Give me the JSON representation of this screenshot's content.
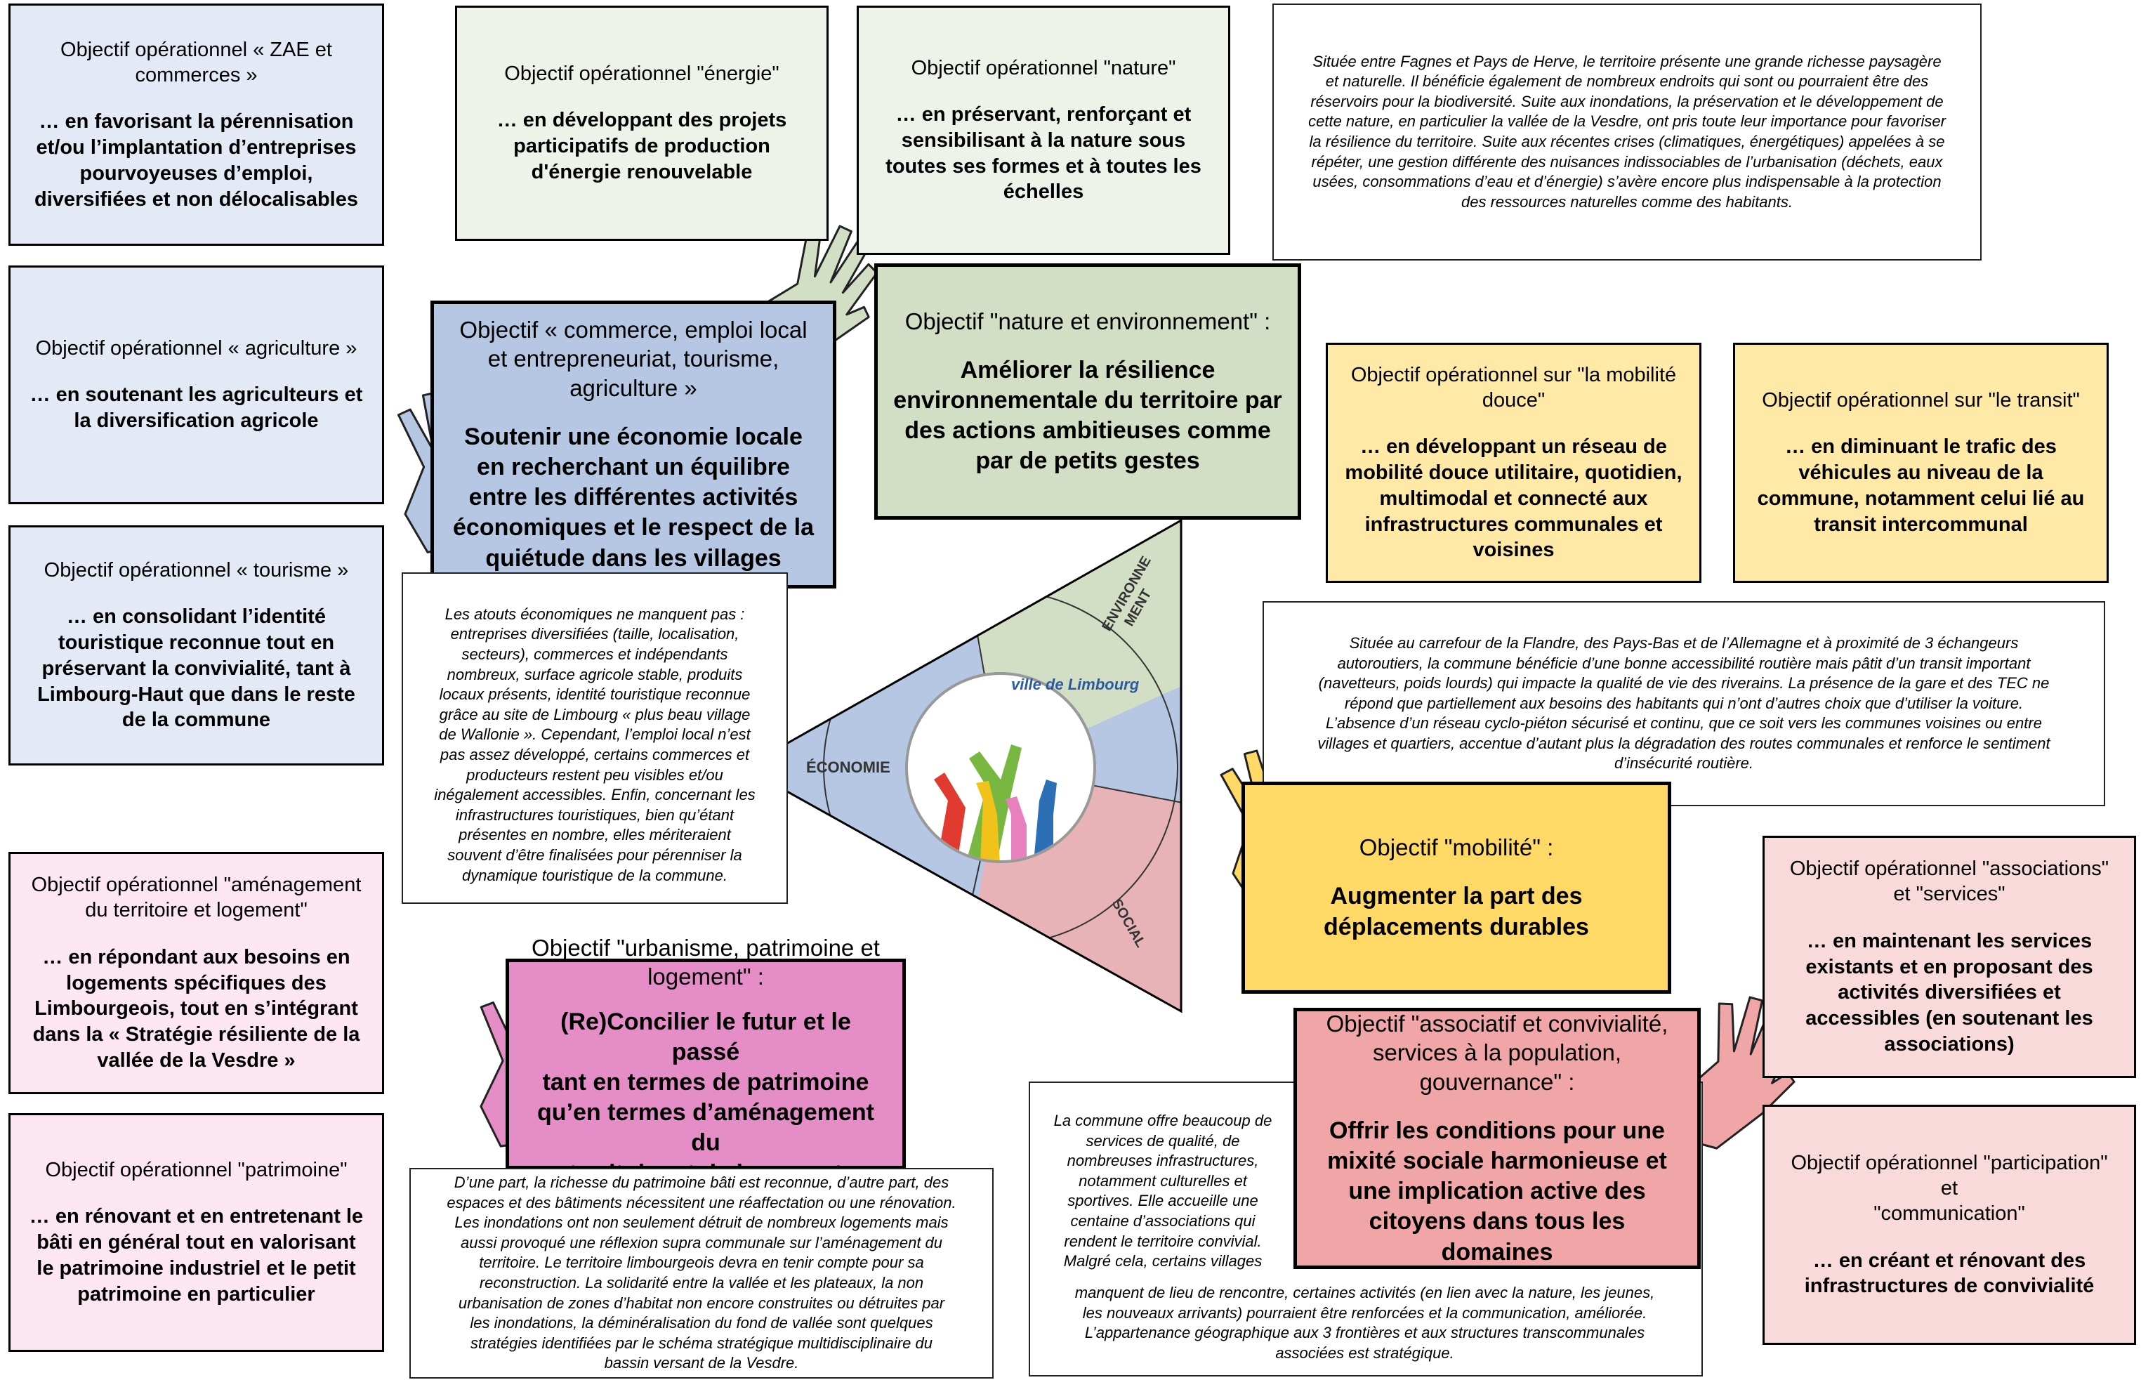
{
  "colors": {
    "blue_light": "#e4eaf5",
    "blue": "#b5c7e2",
    "green_light": "#eef3ea",
    "green": "#d3dfc4",
    "yellow_light": "#ffe9a6",
    "yellow": "#ffd966",
    "pink_light": "#fbe6f1",
    "pink": "#e58dc6",
    "red_light": "#f8dada",
    "red": "#f0a5a7"
  },
  "triangle": {
    "environnement": "ENVIRONNE\nMENT",
    "economie": "ÉCONOMIE",
    "social": "SOCIAL",
    "logo_text": "ville de Limbourg"
  },
  "economy": {
    "zae": {
      "title": "Objectif opérationnel « ZAE et\ncommerces »",
      "body": "… en favorisant la pérennisation\net/ou l’implantation d’entreprises\npourvoyeuses d’emploi,\ndiversifiées et non délocalisables"
    },
    "agriculture": {
      "title": "Objectif opérationnel « agriculture »",
      "body": "… en soutenant les agriculteurs et\nla diversification agricole"
    },
    "tourisme": {
      "title": "Objectif opérationnel « tourisme »",
      "body": "… en consolidant l’identité\ntouristique reconnue tout en\npréservant la convivialité, tant à\nLimbourg-Haut que dans le reste\nde la commune"
    },
    "main": {
      "title": "Objectif « commerce, emploi local\net entrepreneuriat, tourisme,\nagriculture »",
      "body": "Soutenir une économie locale\nen recherchant un équilibre\nentre les différentes activités\néconomiques et le respect de la\nquiétude dans les villages"
    },
    "note": "Les atouts économiques ne manquent pas :\nentreprises diversifiées (taille, localisation,\nsecteurs), commerces et indépendants\nnombreux, surface agricole stable, produits\nlocaux présents, identité touristique reconnue\ngrâce au site de Limbourg « plus beau village\nde Wallonie ». Cependant, l’emploi local n’est\npas assez développé, certains commerces et\nproducteurs restent peu visibles et/ou\ninégalement accessibles. Enfin, concernant les\ninfrastructures touristiques, bien qu’étant\nprésentes en nombre, elles mériteraient\nsouvent d’être finalisées pour pérenniser la\ndynamique touristique de la commune."
  },
  "nature": {
    "energie": {
      "title": "Objectif opérationnel \"énergie\"",
      "body": "… en développant des projets\nparticipatifs de production\nd'énergie renouvelable"
    },
    "nature_op": {
      "title": "Objectif opérationnel \"nature\"",
      "body": "… en préservant, renforçant et\nsensibilisant à la nature sous\ntoutes ses formes et à toutes les\néchelles"
    },
    "main": {
      "title": "Objectif \"nature et environnement\" :",
      "body": "Améliorer la résilience\nenvironnementale du territoire par\ndes actions ambitieuses comme\npar de petits gestes"
    },
    "note": "Située entre Fagnes et Pays de Herve, le territoire présente une grande richesse paysagère\net naturelle. Il bénéficie également de nombreux endroits qui sont ou pourraient être des\nréservoirs pour la biodiversité. Suite aux inondations, la préservation et le développement de\ncette nature, en particulier la vallée de la Vesdre, ont pris toute leur importance pour favoriser\nla résilience du territoire. Suite aux récentes crises (climatiques, énergétiques) appelées à se\nrépéter, une gestion différente des nuisances indissociables de l’urbanisation (déchets, eaux\nusées, consommations d’eau et d’énergie) s’avère encore plus indispensable à la protection\ndes ressources naturelles comme des habitants."
  },
  "mobility": {
    "douce": {
      "title": "Objectif opérationnel sur \"la mobilité\ndouce\"",
      "body": "… en développant un réseau de\nmobilité douce utilitaire, quotidien,\nmultimodal et connecté aux\ninfrastructures communales et\nvoisines"
    },
    "transit": {
      "title": "Objectif opérationnel sur \"le transit\"",
      "body": "… en diminuant le trafic des\nvéhicules au niveau de la\ncommune, notamment celui lié au\ntransit intercommunal"
    },
    "main": {
      "title": "Objectif \"mobilité\" :",
      "body": "Augmenter la part des\ndéplacements durables"
    },
    "note": "Située au carrefour de la Flandre, des Pays-Bas et de l’Allemagne et à proximité de 3 échangeurs\nautoroutiers, la commune bénéficie d’une bonne accessibilité routière mais pâtit d’un transit important\n(navetteurs, poids lourds) qui impacte la qualité de vie des riverains. La présence de la gare et des TEC ne\nrépond que partiellement aux besoins des habitants qui n’ont d’autres choix que d’utiliser la voiture.\nL’absence d’un réseau cyclo-piéton sécurisé et continu, que ce soit vers les communes voisines ou entre\nvillages et quartiers, accentue d’autant plus la dégradation des routes communales et renforce le sentiment\nd’insécurité routière."
  },
  "urbanism": {
    "amenagement": {
      "title": "Objectif opérationnel \"aménagement\ndu territoire et logement\"",
      "body": "… en répondant aux besoins en\nlogements spécifiques des\nLimbourgeois, tout en s’intégrant\ndans la « Stratégie résiliente de la\nvallée de la Vesdre »"
    },
    "patrimoine": {
      "title": "Objectif opérationnel \"patrimoine\"",
      "body": "… en rénovant et en entretenant le\nbâti en général tout en valorisant\nle patrimoine industriel et le petit\npatrimoine en particulier"
    },
    "main": {
      "title": "Objectif \"urbanisme, patrimoine et\nlogement\" :",
      "body": "(Re)Concilier le futur et le passé\ntant en termes de patrimoine\nqu’en termes d’aménagement du\nterritoire et de logement"
    },
    "note": "D’une part, la richesse du patrimoine bâti est reconnue, d’autre part, des\nespaces et des bâtiments nécessitent une réaffectation ou une rénovation.\nLes inondations ont non seulement détruit de nombreux logements mais\naussi provoqué une réflexion supra communale sur l’aménagement du\nterritoire. Le territoire limbourgeois devra en tenir compte pour sa\nreconstruction. La solidarité entre la vallée et les plateaux, la non\nurbanisation de zones d’habitat non encore construites ou détruites par\nles inondations, la déminéralisation du fond de vallée sont quelques\nstratégies identifiées par le schéma stratégique multidisciplinaire du\nbassin versant de la Vesdre."
  },
  "social": {
    "associations": {
      "title": "Objectif opérationnel \"associations\"\net \"services\"",
      "body": "… en maintenant les services\nexistants et en proposant des\nactivités diversifiées et\naccessibles (en soutenant les\nassociations)"
    },
    "participation": {
      "title": "Objectif opérationnel \"participation\" et\n\"communication\"",
      "body": "… en créant et rénovant des\ninfrastructures de convivialité"
    },
    "main": {
      "title": "Objectif \"associatif et convivialité,\nservices à la population,\ngouvernance\" :",
      "body": "Offrir les conditions pour une\nmixité sociale harmonieuse et\nune implication active des\ncitoyens dans tous les domaines"
    },
    "note_a": "La commune offre beaucoup de\nservices de qualité, de\nnombreuses infrastructures,\nnotamment culturelles et\nsportives. Elle accueille une\ncentaine d’associations qui\nrendent le territoire convivial.\nMalgré cela, certains villages",
    "note_b": "manquent de lieu de rencontre, certaines activités (en lien avec la nature, les jeunes,\nles nouveaux arrivants) pourraient être renforcées et la communication, améliorée.\nL’appartenance géographique aux 3 frontières et aux structures transcommunales\nassociées est stratégique."
  }
}
